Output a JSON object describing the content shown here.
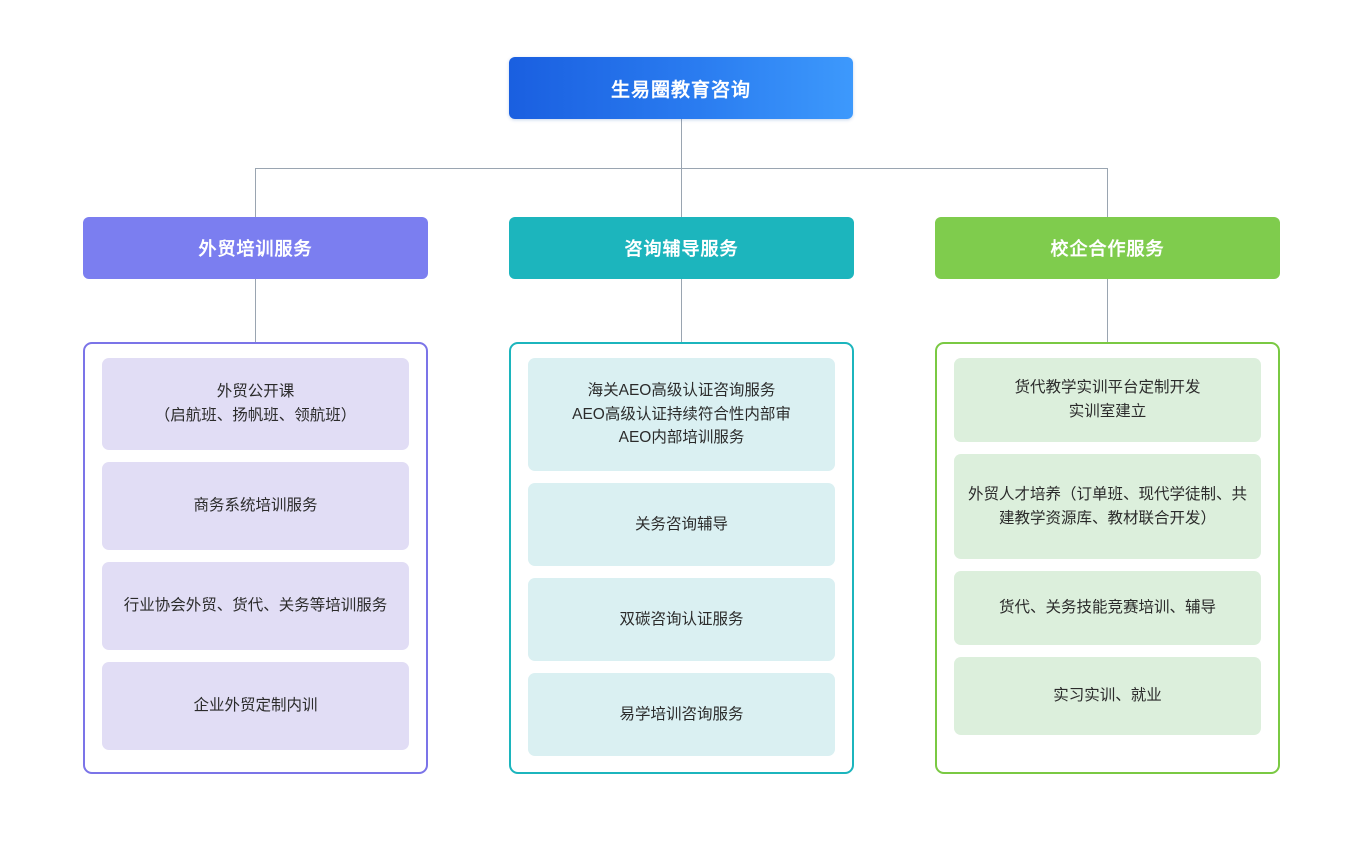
{
  "diagram": {
    "type": "organization-chart",
    "root": {
      "label": "生易圈教育咨询",
      "gradient_from": "#1a5fe0",
      "gradient_to": "#3d99fc",
      "text_color": "#ffffff"
    },
    "connector_color": "#9aa5b1",
    "branches": [
      {
        "label": "外贸培训服务",
        "header_color": "#7b7ef0",
        "border_color": "#7b74e8",
        "item_bg": "#e1ddf5",
        "items": [
          "外贸公开课\n（启航班、扬帆班、领航班）",
          "商务系统培训服务",
          "行业协会外贸、货代、关务等培训服务",
          "企业外贸定制内训"
        ]
      },
      {
        "label": "咨询辅导服务",
        "header_color": "#1cb5bd",
        "border_color": "#1cb5bd",
        "item_bg": "#daf0f2",
        "items": [
          "海关AEO高级认证咨询服务\nAEO高级认证持续符合性内部审\nAEO内部培训服务",
          "关务咨询辅导",
          "双碳咨询认证服务",
          "易学培训咨询服务"
        ]
      },
      {
        "label": "校企合作服务",
        "header_color": "#7fcc4d",
        "border_color": "#7ac943",
        "item_bg": "#dcefdc",
        "items": [
          "货代教学实训平台定制开发\n实训室建立",
          "外贸人才培养（订单班、现代学徒制、共建教学资源库、教材联合开发）",
          "货代、关务技能竞赛培训、辅导",
          "实习实训、就业"
        ]
      }
    ]
  }
}
